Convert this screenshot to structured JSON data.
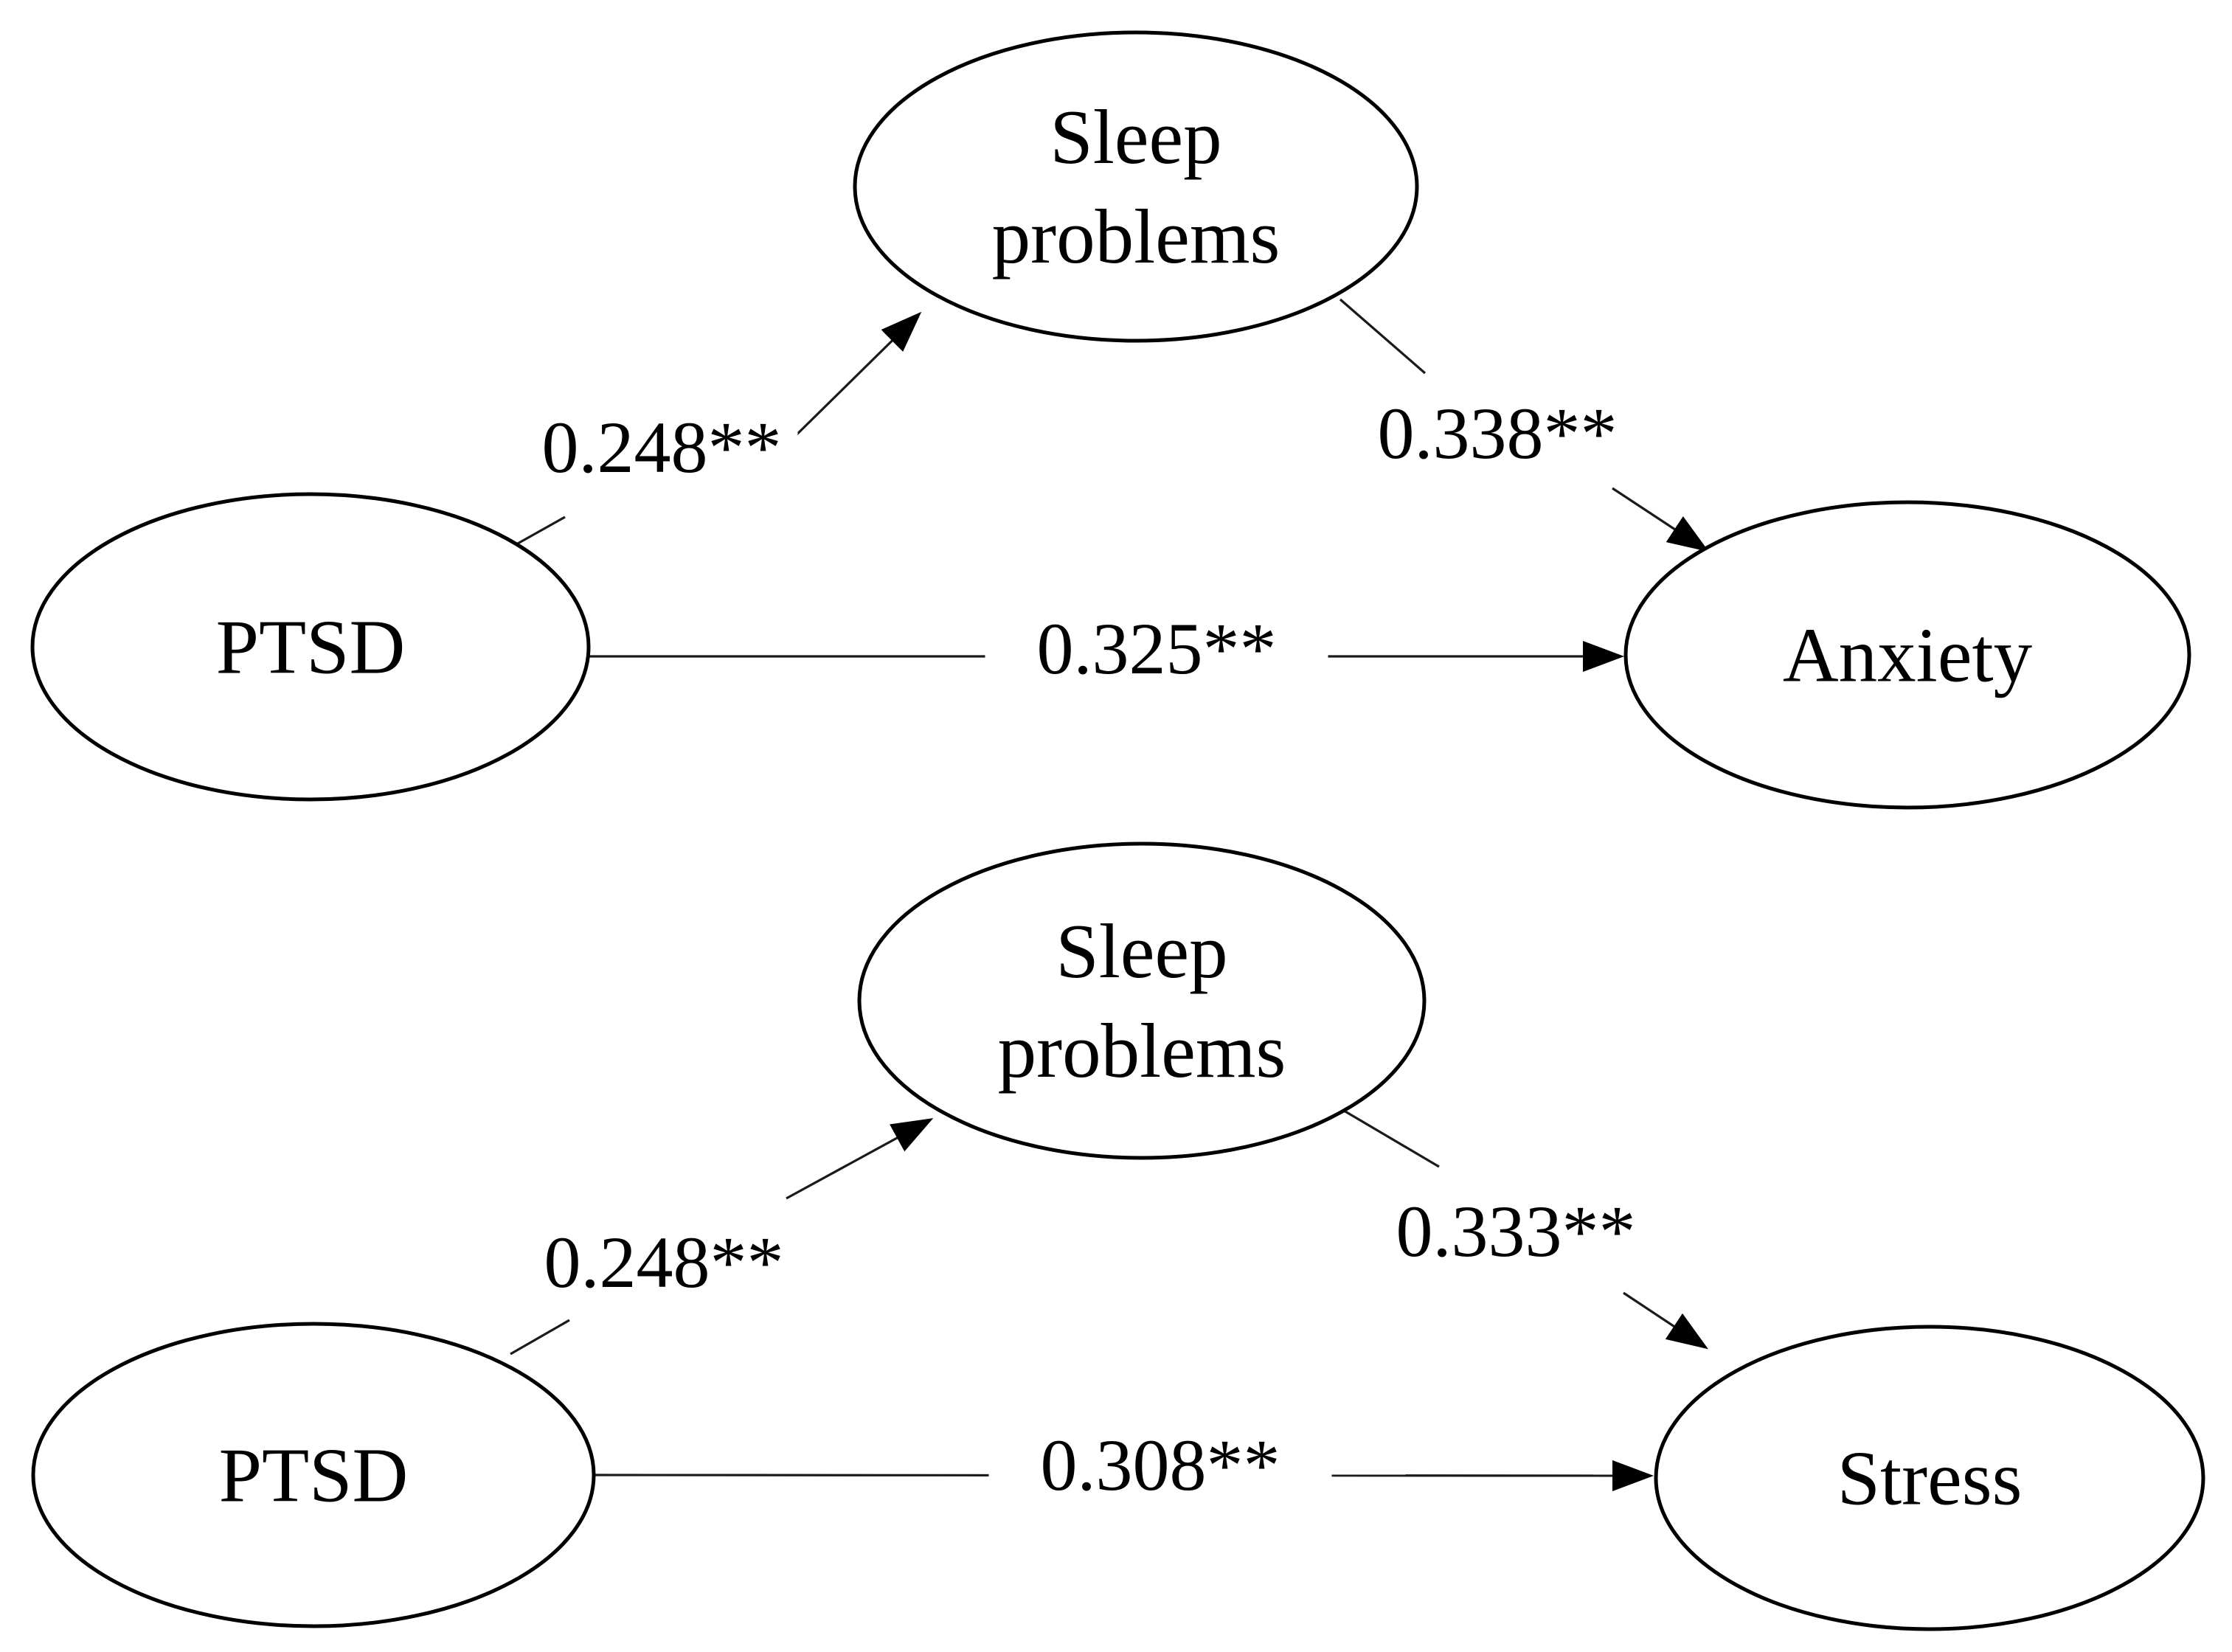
{
  "diagram": {
    "description": "Two mediation path models showing sleep problems mediating the relationship between PTSD and anxiety / stress",
    "colors": {
      "background": "#ffffff",
      "node_fill": "#ffffff",
      "node_stroke": "#000000",
      "line_stroke": "#1a1a1a",
      "text": "#000000"
    },
    "models": [
      {
        "id": "anxiety-model",
        "predictor": "PTSD",
        "mediator_line1": "Sleep",
        "mediator_line2": "problems",
        "outcome": "Anxiety",
        "path_a_coefficient": "0.248**",
        "path_b_coefficient": "0.338**",
        "path_c_coefficient": "0.325**"
      },
      {
        "id": "stress-model",
        "predictor": "PTSD",
        "mediator_line1": "Sleep",
        "mediator_line2": "problems",
        "outcome": "Stress",
        "path_a_coefficient": "0.248**",
        "path_b_coefficient": "0.333**",
        "path_c_coefficient": "0.308**"
      }
    ]
  }
}
